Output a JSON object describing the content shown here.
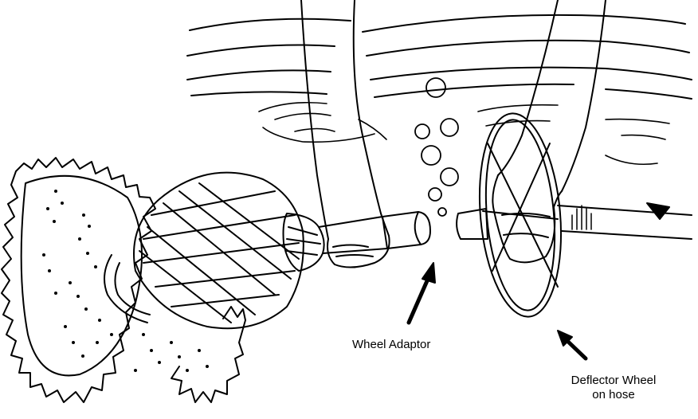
{
  "labels": {
    "wheel_adaptor": "Wheel Adaptor",
    "deflector_wheel_line1": "Deflector Wheel",
    "deflector_wheel_line2": "on hose"
  },
  "colors": {
    "ink": "#000000",
    "background": "#ffffff"
  }
}
